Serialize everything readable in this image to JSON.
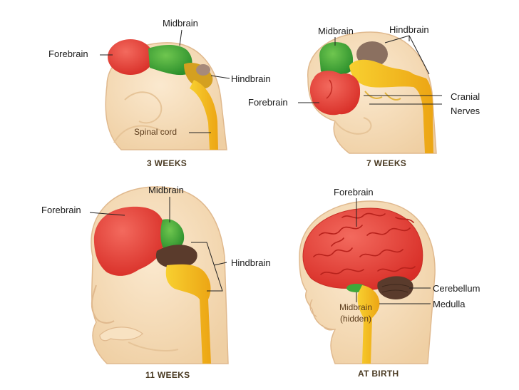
{
  "panels": [
    {
      "stage": "3 WEEKS",
      "labels": {
        "forebrain": "Forebrain",
        "midbrain": "Midbrain",
        "hindbrain": "Hindbrain",
        "spinal_cord": "Spinal cord"
      }
    },
    {
      "stage": "7 WEEKS",
      "labels": {
        "midbrain": "Midbrain",
        "hindbrain": "Hindbrain",
        "forebrain": "Forebrain",
        "cranial_nerves_line1": "Cranial",
        "cranial_nerves_line2": "Nerves"
      }
    },
    {
      "stage": "11 WEEKS",
      "labels": {
        "midbrain": "Midbrain",
        "forebrain": "Forebrain",
        "hindbrain": "Hindbrain"
      }
    },
    {
      "stage": "AT BIRTH",
      "labels": {
        "forebrain": "Forebrain",
        "cerebellum": "Cerebellum",
        "medulla": "Medulla",
        "midbrain_line1": "Midbrain",
        "midbrain_line2": "(hidden)"
      }
    }
  ],
  "colors": {
    "skin": "#f6dcb8",
    "skin_outline": "#e0b98e",
    "forebrain": "#e8423a",
    "midbrain": "#3fa83a",
    "hindbrain": "#f2b21c",
    "spinal_cord": "#f6c21a",
    "cerebellum": "#5a3b2c",
    "leader_line": "#222222"
  }
}
